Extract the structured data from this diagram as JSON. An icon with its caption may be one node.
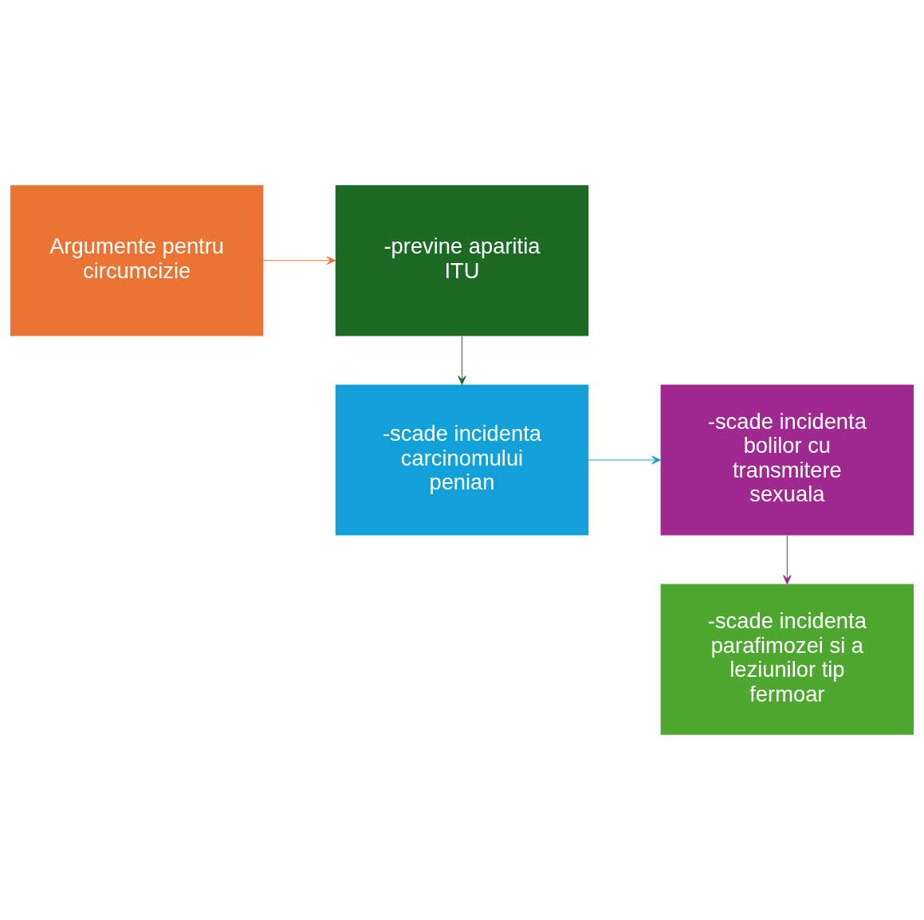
{
  "diagram": {
    "nodes": [
      {
        "text": [
          "Argumente pentru circumcizie"
        ]
      },
      {
        "text": [
          "-previne aparitia ITU"
        ]
      },
      {
        "text": [
          "-scade incidenta carcinomului penian"
        ]
      },
      {
        "text": [
          "-scade incidenta bolilor cu transmitere sexuala"
        ]
      },
      {
        "text": [
          "-scade incidenta parafimozei si a leziunilor tip fermoar"
        ]
      }
    ],
    "edges": [
      {
        "from": 0,
        "to": 1,
        "arrow": "to",
        "color": "#ea7434"
      },
      {
        "from": 1,
        "to": 2,
        "arrow": "to",
        "color": "#1b6b25"
      },
      {
        "from": 2,
        "to": 3,
        "arrow": "to",
        "color": "#11a0d8"
      },
      {
        "from": 3,
        "to": 4,
        "arrow": "to",
        "color": "#a0298f"
      }
    ]
  }
}
